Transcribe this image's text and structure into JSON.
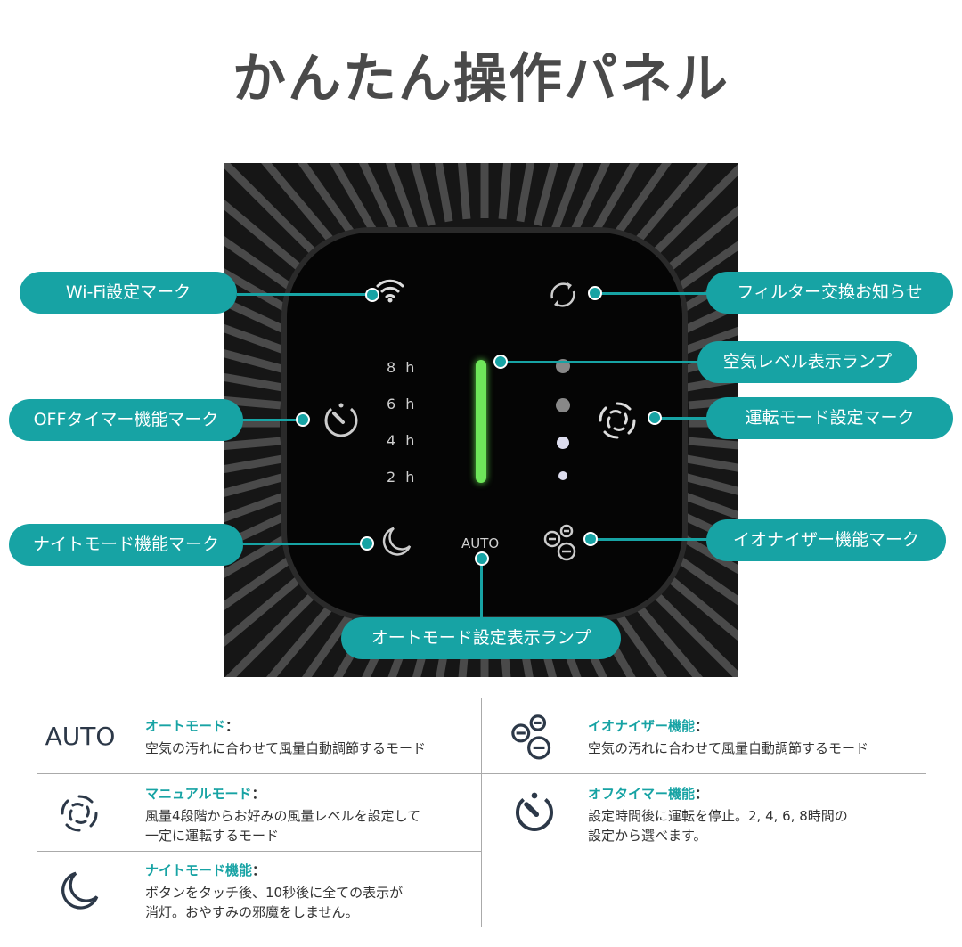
{
  "title": "かんたん操作パネル",
  "panel": {
    "timer_labels": [
      "8 h",
      "6 h",
      "4 h",
      "2 h"
    ],
    "auto_label": "AUTO",
    "air_level_fraction": 1.0,
    "bar_color": "#6ee65a"
  },
  "callouts": {
    "wifi": "Wi-Fi設定マーク",
    "filter": "フィルター交換お知らせ",
    "air_level": "空気レベル表示ランプ",
    "drive_mode": "運転モード設定マーク",
    "off_timer": "OFFタイマー機能マーク",
    "night": "ナイトモード機能マーク",
    "ionizer": "イオナイザー機能マーク",
    "auto_lamp": "オートモード設定表示ランプ"
  },
  "accent": "#17a3a4",
  "legend": [
    {
      "icon": "AUTO",
      "heading": "オートモード",
      "colon": "：",
      "desc": [
        "空気の汚れに合わせて風量自動調節するモード"
      ]
    },
    {
      "icon": "ionizer-icon",
      "heading": "イオナイザー機能",
      "colon": "：",
      "desc": [
        "空気の汚れに合わせて風量自動調節するモード"
      ]
    },
    {
      "icon": "fan-icon",
      "heading": "マニュアルモード",
      "colon": "：",
      "desc": [
        "風量4段階からお好みの風量レベルを設定して",
        "一定に運転するモード"
      ]
    },
    {
      "icon": "timer-icon",
      "heading": "オフタイマー機能",
      "colon": "：",
      "desc": [
        "設定時間後に運転を停止。2, 4, 6, 8時間の",
        "設定から選べます。"
      ]
    },
    {
      "icon": "moon-icon",
      "heading": "ナイトモード機能",
      "colon": "：",
      "desc": [
        "ボタンをタッチ後、10秒後に全ての表示が",
        "消灯。おやすみの邪魔をしません。"
      ]
    }
  ]
}
